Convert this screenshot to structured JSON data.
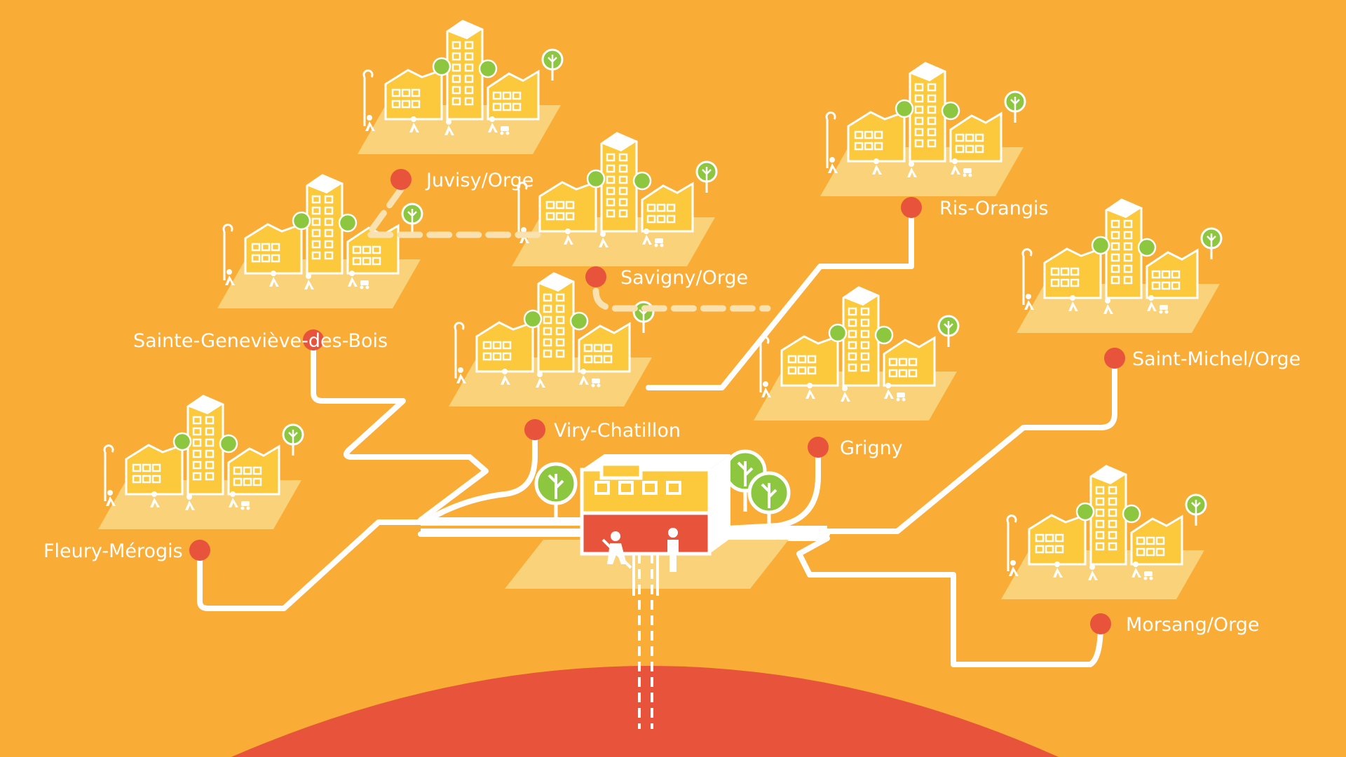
{
  "colors": {
    "background": "#F9AC36",
    "earth": "#E8533C",
    "pipe": "#FFFFFF",
    "station_dot": "#E8533C",
    "platform": "#FAD27A",
    "building": "#FBC93B",
    "tree": "#8DC63F",
    "plant_band": "#E8533C",
    "label": "#FFFFFF"
  },
  "towns": [
    {
      "id": "juvisy",
      "label": "Juvisy/Orge"
    },
    {
      "id": "savigny",
      "label": "Savigny/Orge"
    },
    {
      "id": "ris",
      "label": "Ris-Orangis"
    },
    {
      "id": "sgdb",
      "label": "Sainte-Geneviève-des-Bois"
    },
    {
      "id": "viry",
      "label": "Viry-Chatillon"
    },
    {
      "id": "grigny",
      "label": "Grigny"
    },
    {
      "id": "stmichel",
      "label": "Saint-Michel/Orge"
    },
    {
      "id": "fleury",
      "label": "Fleury-Mérogis"
    },
    {
      "id": "morsang",
      "label": "Morsang/Orge"
    }
  ],
  "plant": {
    "icon": "geothermal-plant-icon"
  }
}
